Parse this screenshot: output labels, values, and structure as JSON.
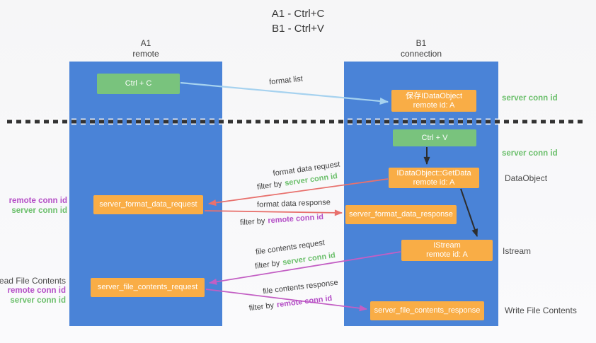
{
  "title": {
    "line1": "A1 - Ctrl+C",
    "line2": "B1 - Ctrl+V"
  },
  "lifelines": {
    "left": {
      "name": "A1",
      "role": "remote"
    },
    "right": {
      "name": "B1",
      "role": "connection"
    }
  },
  "nodes": {
    "ctrl_c": {
      "label": "Ctrl + C"
    },
    "save_idataobject": {
      "line1": "保存IDataObject",
      "line2": "remote id: A"
    },
    "ctrl_v": {
      "label": "Ctrl + V"
    },
    "getdata": {
      "line1": "IDataObject::GetData",
      "line2": "remote id: A"
    },
    "format_request": {
      "label": "server_format_data_request"
    },
    "format_response": {
      "label": "server_format_data_response"
    },
    "istream": {
      "line1": "IStream",
      "line2": "remote id: A"
    },
    "file_request": {
      "label": "server_file_contents_request"
    },
    "file_response": {
      "label": "server_file_contents_response"
    }
  },
  "arrows": {
    "format_list": "format list",
    "format_data_request": "format data request",
    "format_data_response": "format data response",
    "file_contents_request": "file contents request",
    "file_contents_response": "file contents response",
    "filter_by": "filter by",
    "server_conn_id": "server conn id",
    "remote_conn_id": "remote conn id"
  },
  "side_labels": {
    "server_conn_id": "server conn id",
    "remote_conn_id": "remote conn id",
    "dataobject": "DataObject",
    "istream": "Istream",
    "read_file_contents": "Read File Contents",
    "write_file_contents": "Write File Contents"
  },
  "colors": {
    "lifeline_blue": "#4a83d7",
    "node_green": "#79c37d",
    "node_orange": "#f9ad46",
    "arrow_lightblue": "#a6d2ef",
    "arrow_red": "#e8716d",
    "arrow_magenta": "#c35fc4",
    "arrow_black": "#2d2d2d",
    "text_green": "#6bbf6b",
    "text_purple": "#b44ec6",
    "text_dark": "#3f3f3f",
    "separator": "#333333",
    "background": "#f7f7f8"
  }
}
